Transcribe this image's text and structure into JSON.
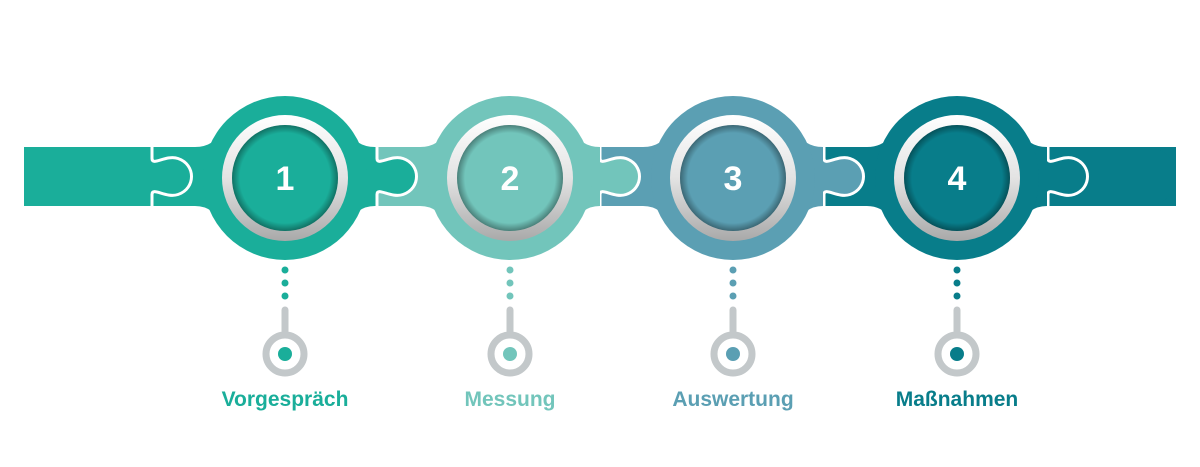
{
  "title": "Process timeline",
  "steps": [
    {
      "number": "1",
      "label": "Vorgespräch",
      "color": "#1AAE9A"
    },
    {
      "number": "2",
      "label": "Messung",
      "color": "#72C5BB"
    },
    {
      "number": "3",
      "label": "Auswertung",
      "color": "#5B9FB3"
    },
    {
      "number": "4",
      "label": "Maßnahmen",
      "color": "#087D8A"
    }
  ],
  "pin_color": "#C3C8CA"
}
